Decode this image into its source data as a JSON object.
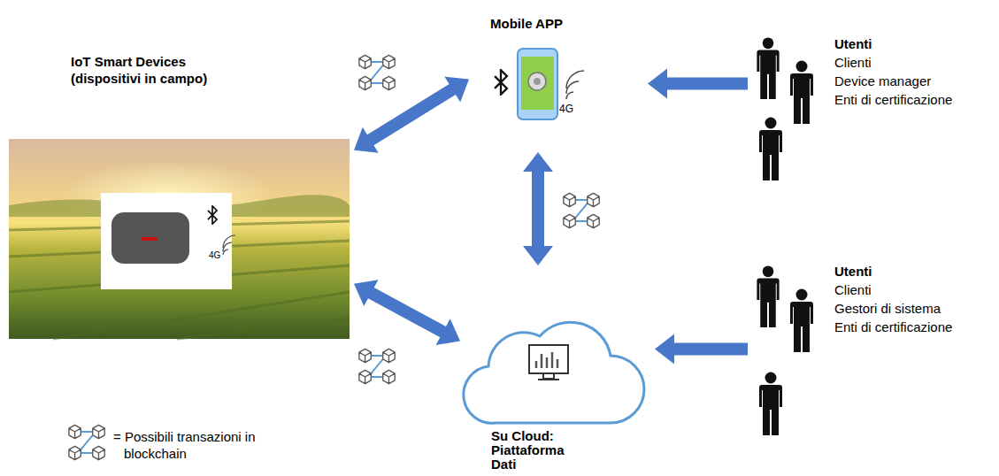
{
  "diagram": {
    "nodes": [
      {
        "text": [
          "IoT Smart Devices (dispositivi in campo)"
        ]
      },
      {
        "text": [
          "Mobile APP"
        ]
      },
      {
        "text": [
          "Su Cloud: Piattaforma Dati"
        ]
      },
      {
        "text": [
          "Utenti",
          "Clienti",
          "Device manager",
          "Enti di certificazione"
        ]
      },
      {
        "text": [
          "Utenti",
          "Clienti",
          "Gestori di sistema",
          "Enti di certificazione"
        ]
      }
    ],
    "edges": [
      {
        "from": 0,
        "to": 1,
        "arrow": "both"
      },
      {
        "from": 0,
        "to": 2,
        "arrow": "both"
      },
      {
        "from": 1,
        "to": 2,
        "arrow": "both"
      },
      {
        "from": 3,
        "to": 1,
        "arrow": "to"
      },
      {
        "from": 4,
        "to": 2,
        "arrow": "to"
      }
    ],
    "labels": [
      "4G",
      "4G"
    ],
    "legend": [
      {
        "text": "= Possibili transazioni in blockchain"
      }
    ]
  }
}
